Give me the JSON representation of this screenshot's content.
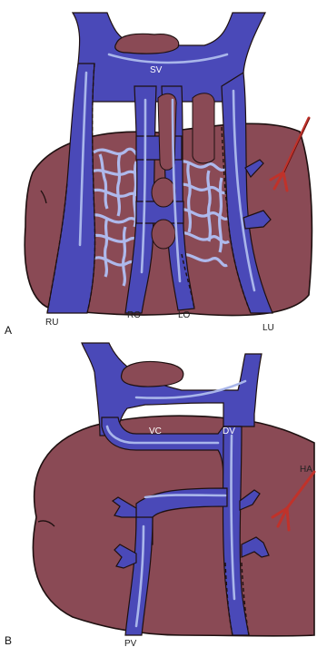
{
  "panel_a": {
    "panel_label": "A",
    "labels": {
      "sv": "SV",
      "ru": "RU",
      "ro": "RO",
      "lo": "LO",
      "lu": "LU"
    }
  },
  "panel_b": {
    "panel_label": "B",
    "labels": {
      "vc": "VC",
      "dv": "DV",
      "ha": "HA",
      "pv": "PV"
    }
  },
  "colors": {
    "liver": "#8a4a55",
    "vein": "#4a49b8",
    "vein_highlight": "#a9b6ea",
    "artery": "#c0322a",
    "outline": "#1e1010"
  }
}
